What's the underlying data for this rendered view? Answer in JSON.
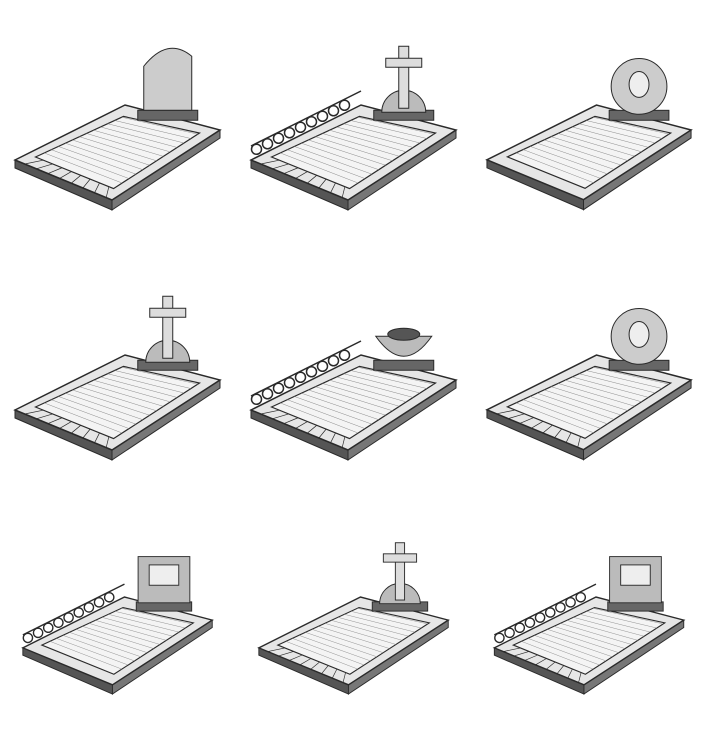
{
  "grid": {
    "columns": 3,
    "rows": 3
  },
  "colors": {
    "ink": "#2a2a2a",
    "shade": "#8a8a8a",
    "paper": "#ffffff",
    "fill": "#e6e6e6"
  },
  "items": [
    {
      "icon": "monument-stele-round",
      "fence": false,
      "paving": true
    },
    {
      "icon": "monument-cross",
      "fence": true,
      "paving": true
    },
    {
      "icon": "monument-stele-disc",
      "fence": false,
      "paving": false
    },
    {
      "icon": "monument-cross",
      "fence": false,
      "paving": true
    },
    {
      "icon": "monument-bowl",
      "fence": true,
      "paving": true
    },
    {
      "icon": "monument-stele-disc",
      "fence": false,
      "paving": true
    },
    {
      "icon": "monument-stele-rect",
      "fence": true,
      "paving": false
    },
    {
      "icon": "monument-cross",
      "fence": false,
      "paving": true
    },
    {
      "icon": "monument-stele-rect",
      "fence": true,
      "paving": true
    }
  ]
}
